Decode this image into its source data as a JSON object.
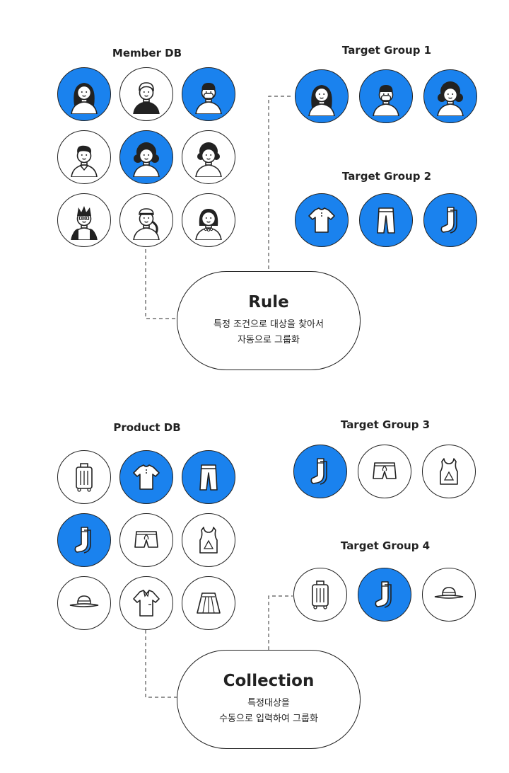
{
  "section1": {
    "member_db_title": "Member DB",
    "target1_title": "Target Group 1",
    "target2_title": "Target Group 2",
    "rule": {
      "heading": "Rule",
      "desc": "특정 조건으로 대상을 찾아서\n자동으로 그룹화"
    },
    "member_db": [
      {
        "icon": "woman-long-hair-icon",
        "filled": true
      },
      {
        "icon": "man-icon",
        "filled": false
      },
      {
        "icon": "man-mask-icon",
        "filled": true
      },
      {
        "icon": "man-collar-icon",
        "filled": false
      },
      {
        "icon": "woman-curly-icon",
        "filled": true
      },
      {
        "icon": "curly-hair-icon",
        "filled": false
      },
      {
        "icon": "man-glasses-icon",
        "filled": false
      },
      {
        "icon": "woman-bandana-icon",
        "filled": false
      },
      {
        "icon": "woman-bob-icon",
        "filled": false
      }
    ],
    "target1": [
      {
        "icon": "woman-long-hair-icon",
        "filled": true
      },
      {
        "icon": "man-mask-icon",
        "filled": true
      },
      {
        "icon": "woman-curly-icon",
        "filled": true
      }
    ],
    "target2": [
      {
        "icon": "tshirt-icon",
        "filled": true
      },
      {
        "icon": "pants-icon",
        "filled": true
      },
      {
        "icon": "socks-icon",
        "filled": true
      }
    ]
  },
  "section2": {
    "product_db_title": "Product DB",
    "target3_title": "Target Group 3",
    "target4_title": "Target Group 4",
    "collection": {
      "heading": "Collection",
      "desc": "특정대상을\n수동으로 입력하여 그룹화"
    },
    "product_db": [
      {
        "icon": "suitcase-icon",
        "filled": false
      },
      {
        "icon": "tshirt-icon",
        "filled": true
      },
      {
        "icon": "pants-icon",
        "filled": true
      },
      {
        "icon": "socks-icon",
        "filled": true
      },
      {
        "icon": "shorts-icon",
        "filled": false
      },
      {
        "icon": "tank-top-icon",
        "filled": false
      },
      {
        "icon": "hat-icon",
        "filled": false
      },
      {
        "icon": "polo-shirt-icon",
        "filled": false
      },
      {
        "icon": "skirt-icon",
        "filled": false
      }
    ],
    "target3": [
      {
        "icon": "socks-icon",
        "filled": true
      },
      {
        "icon": "shorts-icon",
        "filled": false
      },
      {
        "icon": "tank-top-icon",
        "filled": false
      }
    ],
    "target4": [
      {
        "icon": "suitcase-icon",
        "filled": false
      },
      {
        "icon": "socks-icon",
        "filled": true
      },
      {
        "icon": "hat-icon",
        "filled": false
      }
    ]
  }
}
